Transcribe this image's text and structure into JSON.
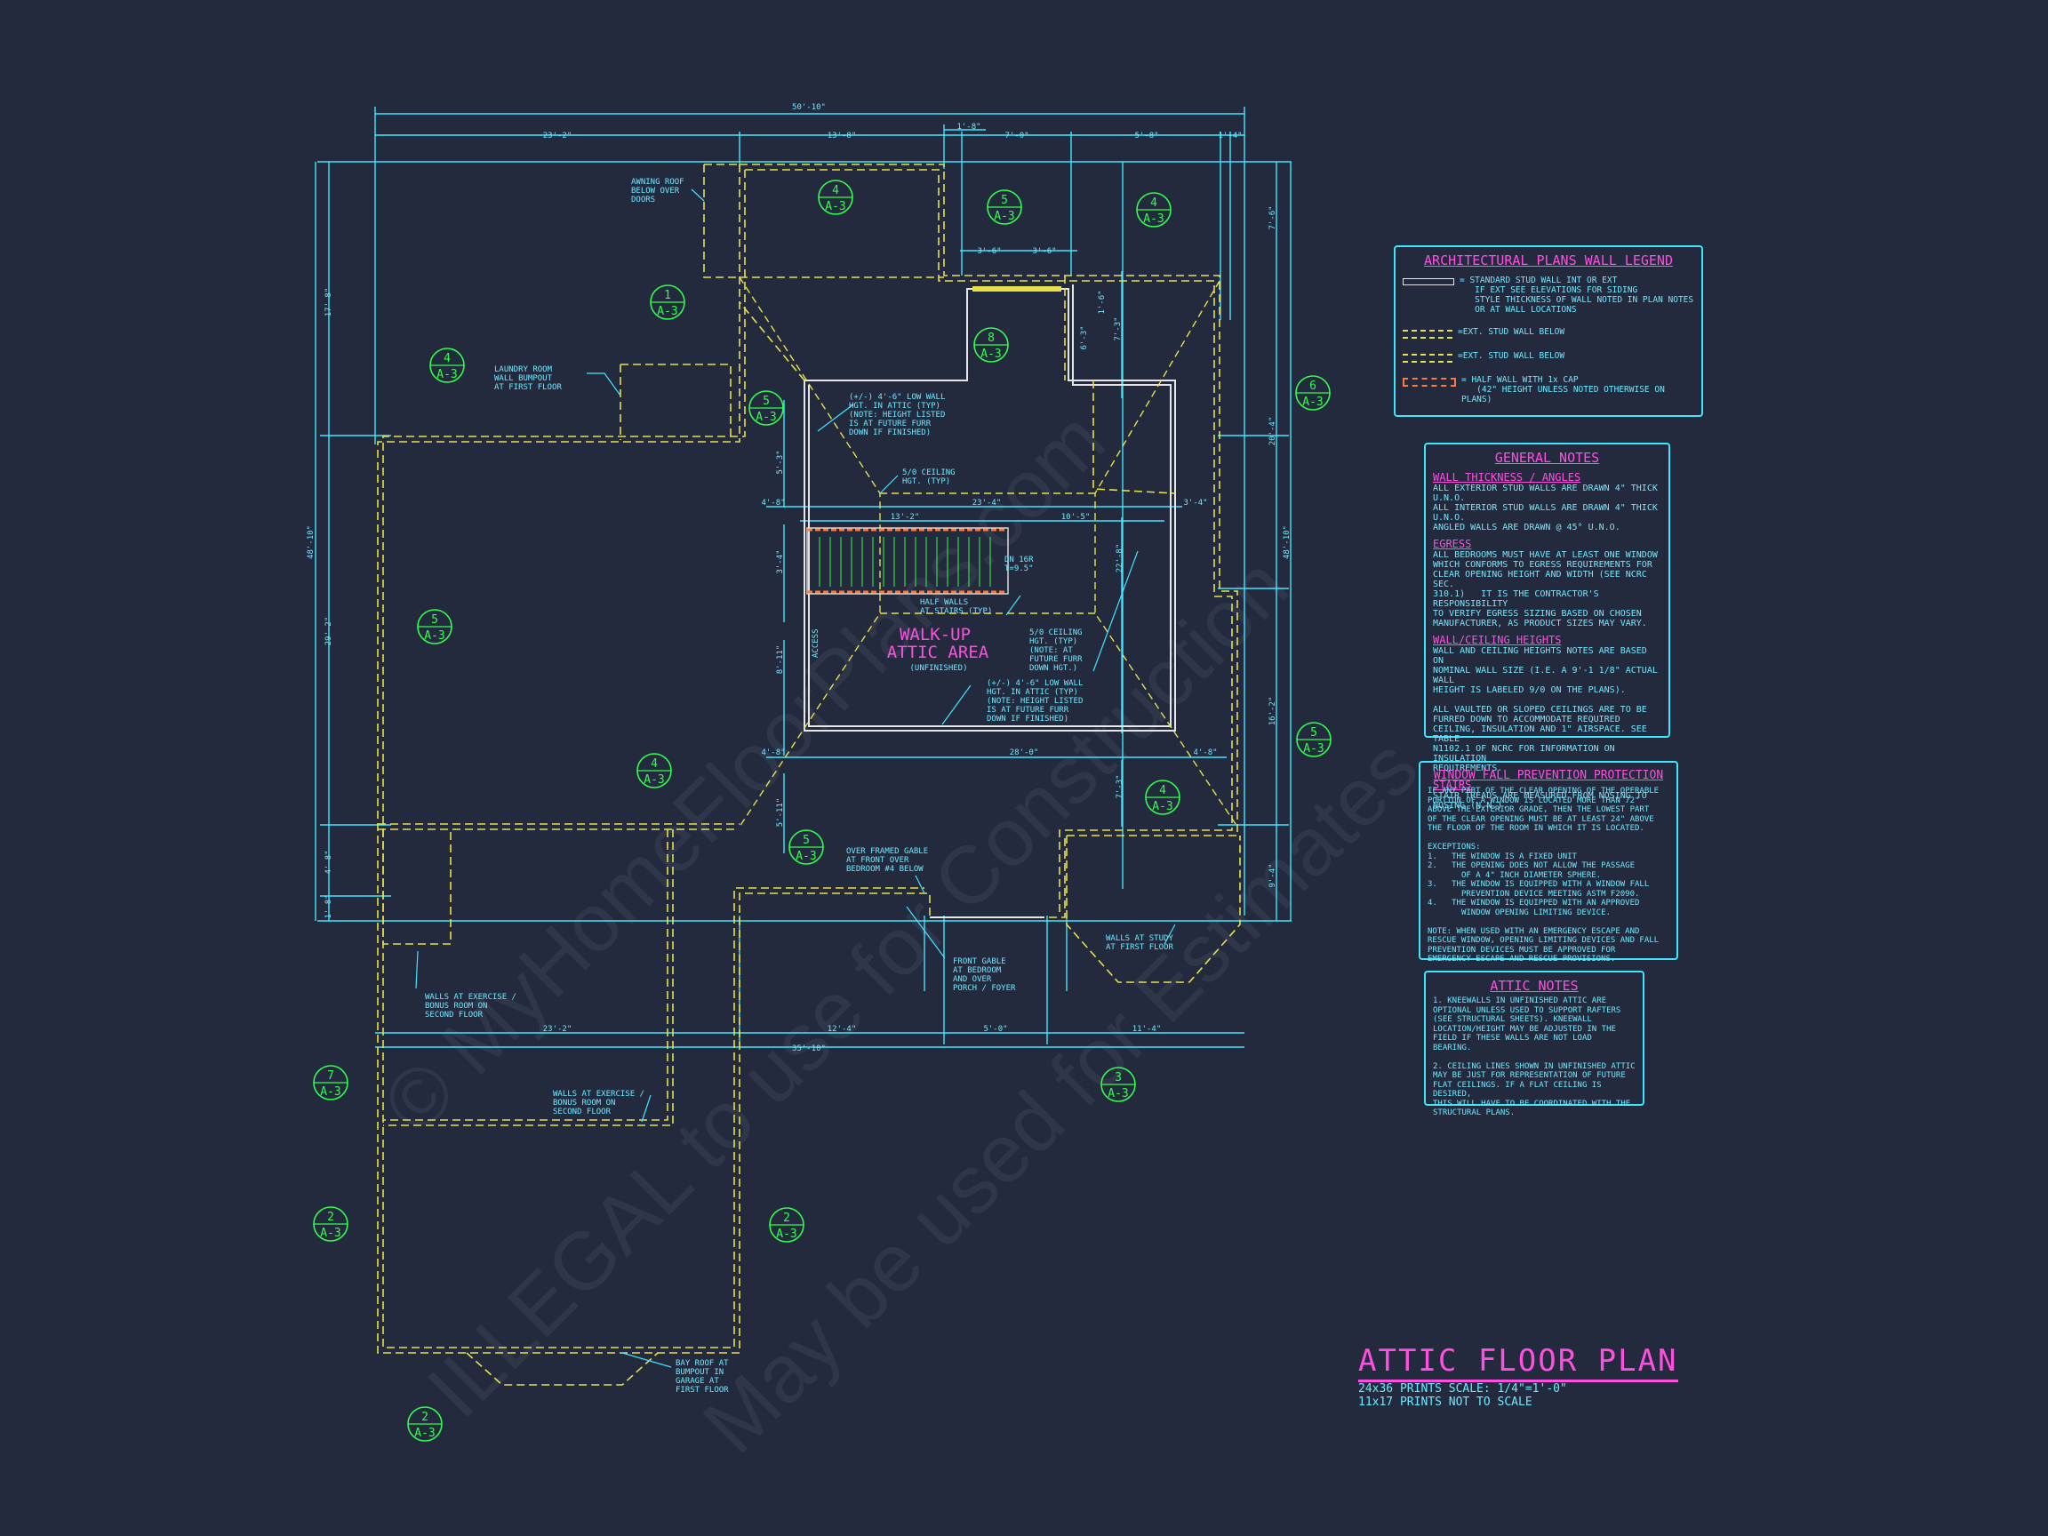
{
  "plan": {
    "dims": {
      "overall_top": "50'-10\"",
      "top_a": "23'-2\"",
      "top_b": "13'-8\"",
      "top_c": "1'-8\"",
      "top_d": "7'-0\"",
      "top_e": "5'-8\"",
      "top_f": "1'-4\"",
      "dormer_a": "3'-6\"",
      "dormer_b": "3'-6\"",
      "left_a": "17'-8\"",
      "left_b": "48'-10\"",
      "left_c": "29'-2\"",
      "left_d": "4'-8\"",
      "left_e": "1'-8\"",
      "right_a": "7'-6\"",
      "right_b": "20'-4\"",
      "right_c": "48'-10\"",
      "right_d": "16'-2\"",
      "right_e": "9'-4\"",
      "int_a": "1'-6\"",
      "int_b": "6'-3\"",
      "int_c": "7'-3\"",
      "int_d": "5'-3\"",
      "int_e": "4'-8\"",
      "int_f": "23'-4\"",
      "int_g": "3'-4\"",
      "int_h": "13'-2\"",
      "int_i": "10'-5\"",
      "int_j": "3'-4\"",
      "int_k": "22'-8\"",
      "int_l": "8'-11\"",
      "int_m": "4'-8\"",
      "int_n": "28'-0\"",
      "int_o": "4'-8\"",
      "int_p": "7'-3\"",
      "int_q": "5'-11\"",
      "bottom_a": "23'-2\"",
      "bottom_b": "12'-4\"",
      "bottom_c": "5'-0\"",
      "bottom_d": "11'-4\"",
      "bottom_overall": "35'-10\""
    },
    "notes": {
      "awning": "AWNING ROOF\nBELOW OVER\nDOORS",
      "laundry": "LAUNDRY ROOM\nWALL BUMPOUT\nAT FIRST FLOOR",
      "low_wall_top": "(+/-) 4'-6\" LOW WALL\nHGT. IN ATTIC (TYP)\n(NOTE: HEIGHT LISTED\nIS AT FUTURE FURR\nDOWN IF FINISHED)",
      "ceiling_a": "5/0 CEILING\nHGT. (TYP)",
      "stairs": "DN 16R\nT=9.5\"",
      "half_walls": "HALF WALLS\nAT STAIRS (TYP)",
      "access": "ACCESS",
      "ceiling_b": "5/0 CEILING\nHGT. (TYP)\n(NOTE: AT\nFUTURE FURR\nDOWN HGT.)",
      "low_wall_bottom": "(+/-) 4'-6\" LOW WALL\nHGT. IN ATTIC (TYP)\n(NOTE: HEIGHT LISTED\nIS AT FUTURE FURR\nDOWN IF FINISHED)",
      "over_framed": "OVER FRAMED GABLE\nAT FRONT OVER\nBEDROOM #4 BELOW",
      "front_gable": "FRONT GABLE\nAT BEDROOM\nAND OVER\nPORCH / FOYER",
      "study_walls": "WALLS AT STUDY\nAT FIRST FLOOR",
      "exercise_a": "WALLS AT EXERCISE /\nBONUS ROOM ON\nSECOND FLOOR",
      "exercise_b": "WALLS AT EXERCISE /\nBONUS ROOM ON\nSECOND FLOOR",
      "bay_roof": "BAY ROOF AT\nBUMPOUT IN\nGARAGE AT\nFIRST FLOOR"
    },
    "area_label_1": "WALK-UP",
    "area_label_2": "ATTIC AREA",
    "area_label_3": "(UNFINISHED)",
    "sheet": "A-3",
    "bubbles": [
      "4",
      "5",
      "4",
      "1",
      "4",
      "5",
      "8",
      "6",
      "5",
      "4",
      "5",
      "4",
      "5",
      "3",
      "7",
      "2",
      "2",
      "2"
    ]
  },
  "watermark": {
    "line1": "© MyHomeFloorPlans.com",
    "line2": "ILLEGAL to use for Construction",
    "line3": "May be used for Estimates"
  },
  "legend": {
    "title": "ARCHITECTURAL PLANS WALL LEGEND",
    "items": [
      "= STANDARD STUD WALL INT OR EXT\n   IF EXT SEE ELEVATIONS FOR SIDING\n   STYLE THICKNESS OF WALL NOTED IN PLAN NOTES\n   OR AT WALL LOCATIONS",
      "=EXT. STUD WALL BELOW",
      "=EXT. STUD WALL BELOW",
      "= HALF WALL WITH 1x CAP\n   (42\" HEIGHT UNLESS NOTED OTHERWISE ON PLANS)"
    ]
  },
  "general": {
    "title": "GENERAL NOTES",
    "sections": [
      {
        "heading": "WALL THICKNESS / ANGLES",
        "text": "ALL EXTERIOR STUD WALLS ARE DRAWN 4\" THICK U.N.O.\nALL INTERIOR STUD WALLS ARE DRAWN 4\" THICK U.N.O.\nANGLED WALLS ARE DRAWN @ 45° U.N.O."
      },
      {
        "heading": "EGRESS",
        "text": "ALL BEDROOMS MUST HAVE AT LEAST ONE WINDOW\nWHICH CONFORMS TO EGRESS REQUIREMENTS FOR\nCLEAR OPENING HEIGHT AND WIDTH (SEE NCRC SEC.\n310.1)   IT IS THE CONTRACTOR'S RESPONSIBILITY\nTO VERIFY EGRESS SIZING BASED ON CHOSEN\nMANUFACTURER, AS PRODUCT SIZES MAY VARY."
      },
      {
        "heading": "WALL/CEILING HEIGHTS",
        "text": "WALL AND CEILING HEIGHTS NOTES ARE BASED ON\nNOMINAL WALL SIZE (I.E. A 9'-1 1/8\" ACTUAL WALL\nHEIGHT IS LABELED 9/0 ON THE PLANS).\n\nALL VAULTED OR SLOPED CEILINGS ARE TO BE\nFURRED DOWN TO ACCOMMODATE REQUIRED\nCEILING, INSULATION AND 1\" AIRSPACE. SEE TABLE\nN1102.1 OF NCRC FOR INFORMATION ON INSULATION\nREQUIREMENTS."
      },
      {
        "heading": "STAIRS",
        "text": "STAIR TREADS ARE MEASURED FROM NOSING TO\nNOSING (N.N.)."
      }
    ]
  },
  "window_fall": {
    "title": "WINDOW FALL PREVENTION PROTECTION",
    "text": "IF ANY PART OF THE CLEAR OPENING OF THE OPERABLE\nPORTION OF A WINDOW IS LOCATED MORE THAN 72\"\nABOVE THE EXTERIOR GRADE, THEN THE LOWEST PART\nOF THE CLEAR OPENING MUST BE AT LEAST 24\" ABOVE\nTHE FLOOR OF THE ROOM IN WHICH IT IS LOCATED.\n\nEXCEPTIONS:\n1.   THE WINDOW IS A FIXED UNIT\n2.   THE OPENING DOES NOT ALLOW THE PASSAGE\n       OF A 4\" INCH DIAMETER SPHERE.\n3.   THE WINDOW IS EQUIPPED WITH A WINDOW FALL\n       PREVENTION DEVICE MEETING ASTM F2090.\n4.   THE WINDOW IS EQUIPPED WITH AN APPROVED\n       WINDOW OPENING LIMITING DEVICE.\n\nNOTE: WHEN USED WITH AN EMERGENCY ESCAPE AND\nRESCUE WINDOW, OPENING LIMITING DEVICES AND FALL\nPREVENTION DEVICES MUST BE APPROVED FOR\nEMERGENCY ESCAPE AND RESCUE PROVISIONS."
  },
  "attic": {
    "title": "ATTIC NOTES",
    "text": "1. KNEEWALLS IN UNFINISHED ATTIC ARE\nOPTIONAL UNLESS USED TO SUPPORT RAFTERS\n(SEE STRUCTURAL SHEETS). KNEEWALL\nLOCATION/HEIGHT MAY BE ADJUSTED IN THE\nFIELD IF THESE WALLS ARE NOT LOAD\nBEARING.\n\n2. CEILING LINES SHOWN IN UNFINISHED ATTIC\nMAY BE JUST FOR REPRESENTATION OF FUTURE\nFLAT CEILINGS. IF A FLAT CEILING IS DESIRED,\nTHIS WILL HAVE TO BE COORDINATED WITH THE\nSTRUCTURAL PLANS."
  },
  "title_block": {
    "title": "ATTIC FLOOR PLAN",
    "line1": "24x36 PRINTS SCALE: 1/4\"=1'-0\"",
    "line2": "11x17 PRINTS NOT TO SCALE"
  }
}
